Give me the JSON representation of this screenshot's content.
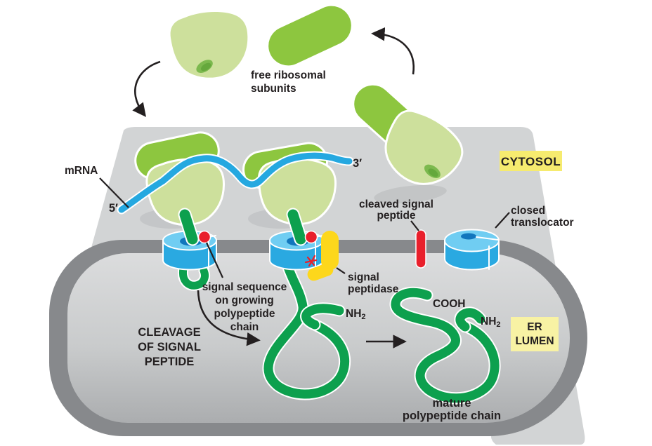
{
  "figure": {
    "description": "Co-translational translocation of a secreted protein into the ER"
  },
  "colors": {
    "ink": "#231f20",
    "cytosol_gray": "#d2d4d5",
    "shadow_gray": "#b3b6b8",
    "er_membrane": "#87898c",
    "lumen_top": "#dbdcdd",
    "lumen_bottom": "#abadaf",
    "ribosome_large": "#cde09c",
    "ribosome_small": "#8dc63f",
    "ribosome_hole": "#7cb94e",
    "ribosome_hole_inner": "#65a83c",
    "mrna_blue": "#25a8e0",
    "translocator_blue": "#2aa9e1",
    "translocator_top": "#70cdf2",
    "translocator_hole": "#1276bd",
    "polypeptide_green": "#0da04e",
    "signal_red": "#e91f2b",
    "peptidase_yellow": "#fdd71c",
    "cytosol_label_bg": "#f6eb6f",
    "lumen_label_bg": "#f8f2a4"
  },
  "labels": {
    "free_subunits": [
      "free ribosomal",
      "subunits"
    ],
    "mrna": "mRNA",
    "five_prime": "5′",
    "three_prime": "3′",
    "cytosol": "CYTOSOL",
    "cleaved_peptide": [
      "cleaved signal",
      "peptide"
    ],
    "closed_translocator": [
      "closed",
      "translocator"
    ],
    "signal_sequence": [
      "signal sequence",
      "on growing",
      "polypeptide",
      "chain"
    ],
    "cleavage": [
      "CLEAVAGE",
      "OF SIGNAL",
      "PEPTIDE"
    ],
    "signal_peptidase": [
      "signal",
      "peptidase"
    ],
    "nh2_base": "NH",
    "nh2_sub": "2",
    "cooh": "COOH",
    "er_lumen": [
      "ER",
      "LUMEN"
    ],
    "mature_chain": [
      "mature",
      "polypeptide chain"
    ]
  }
}
